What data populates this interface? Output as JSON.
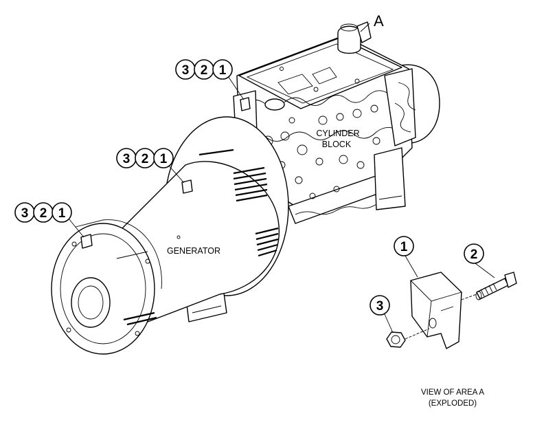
{
  "area_marker": "A",
  "labels": {
    "generator": "GENERATOR",
    "cylinder_block_line1": "CYLINDER",
    "cylinder_block_line2": "BLOCK"
  },
  "callout_groups": [
    [
      "3",
      "2",
      "1"
    ],
    [
      "3",
      "2",
      "1"
    ],
    [
      "3",
      "2",
      "1"
    ]
  ],
  "exploded_view": {
    "balloons": [
      "1",
      "2",
      "3"
    ],
    "caption_line1": "VIEW OF AREA A",
    "caption_line2": "(EXPLODED)"
  }
}
